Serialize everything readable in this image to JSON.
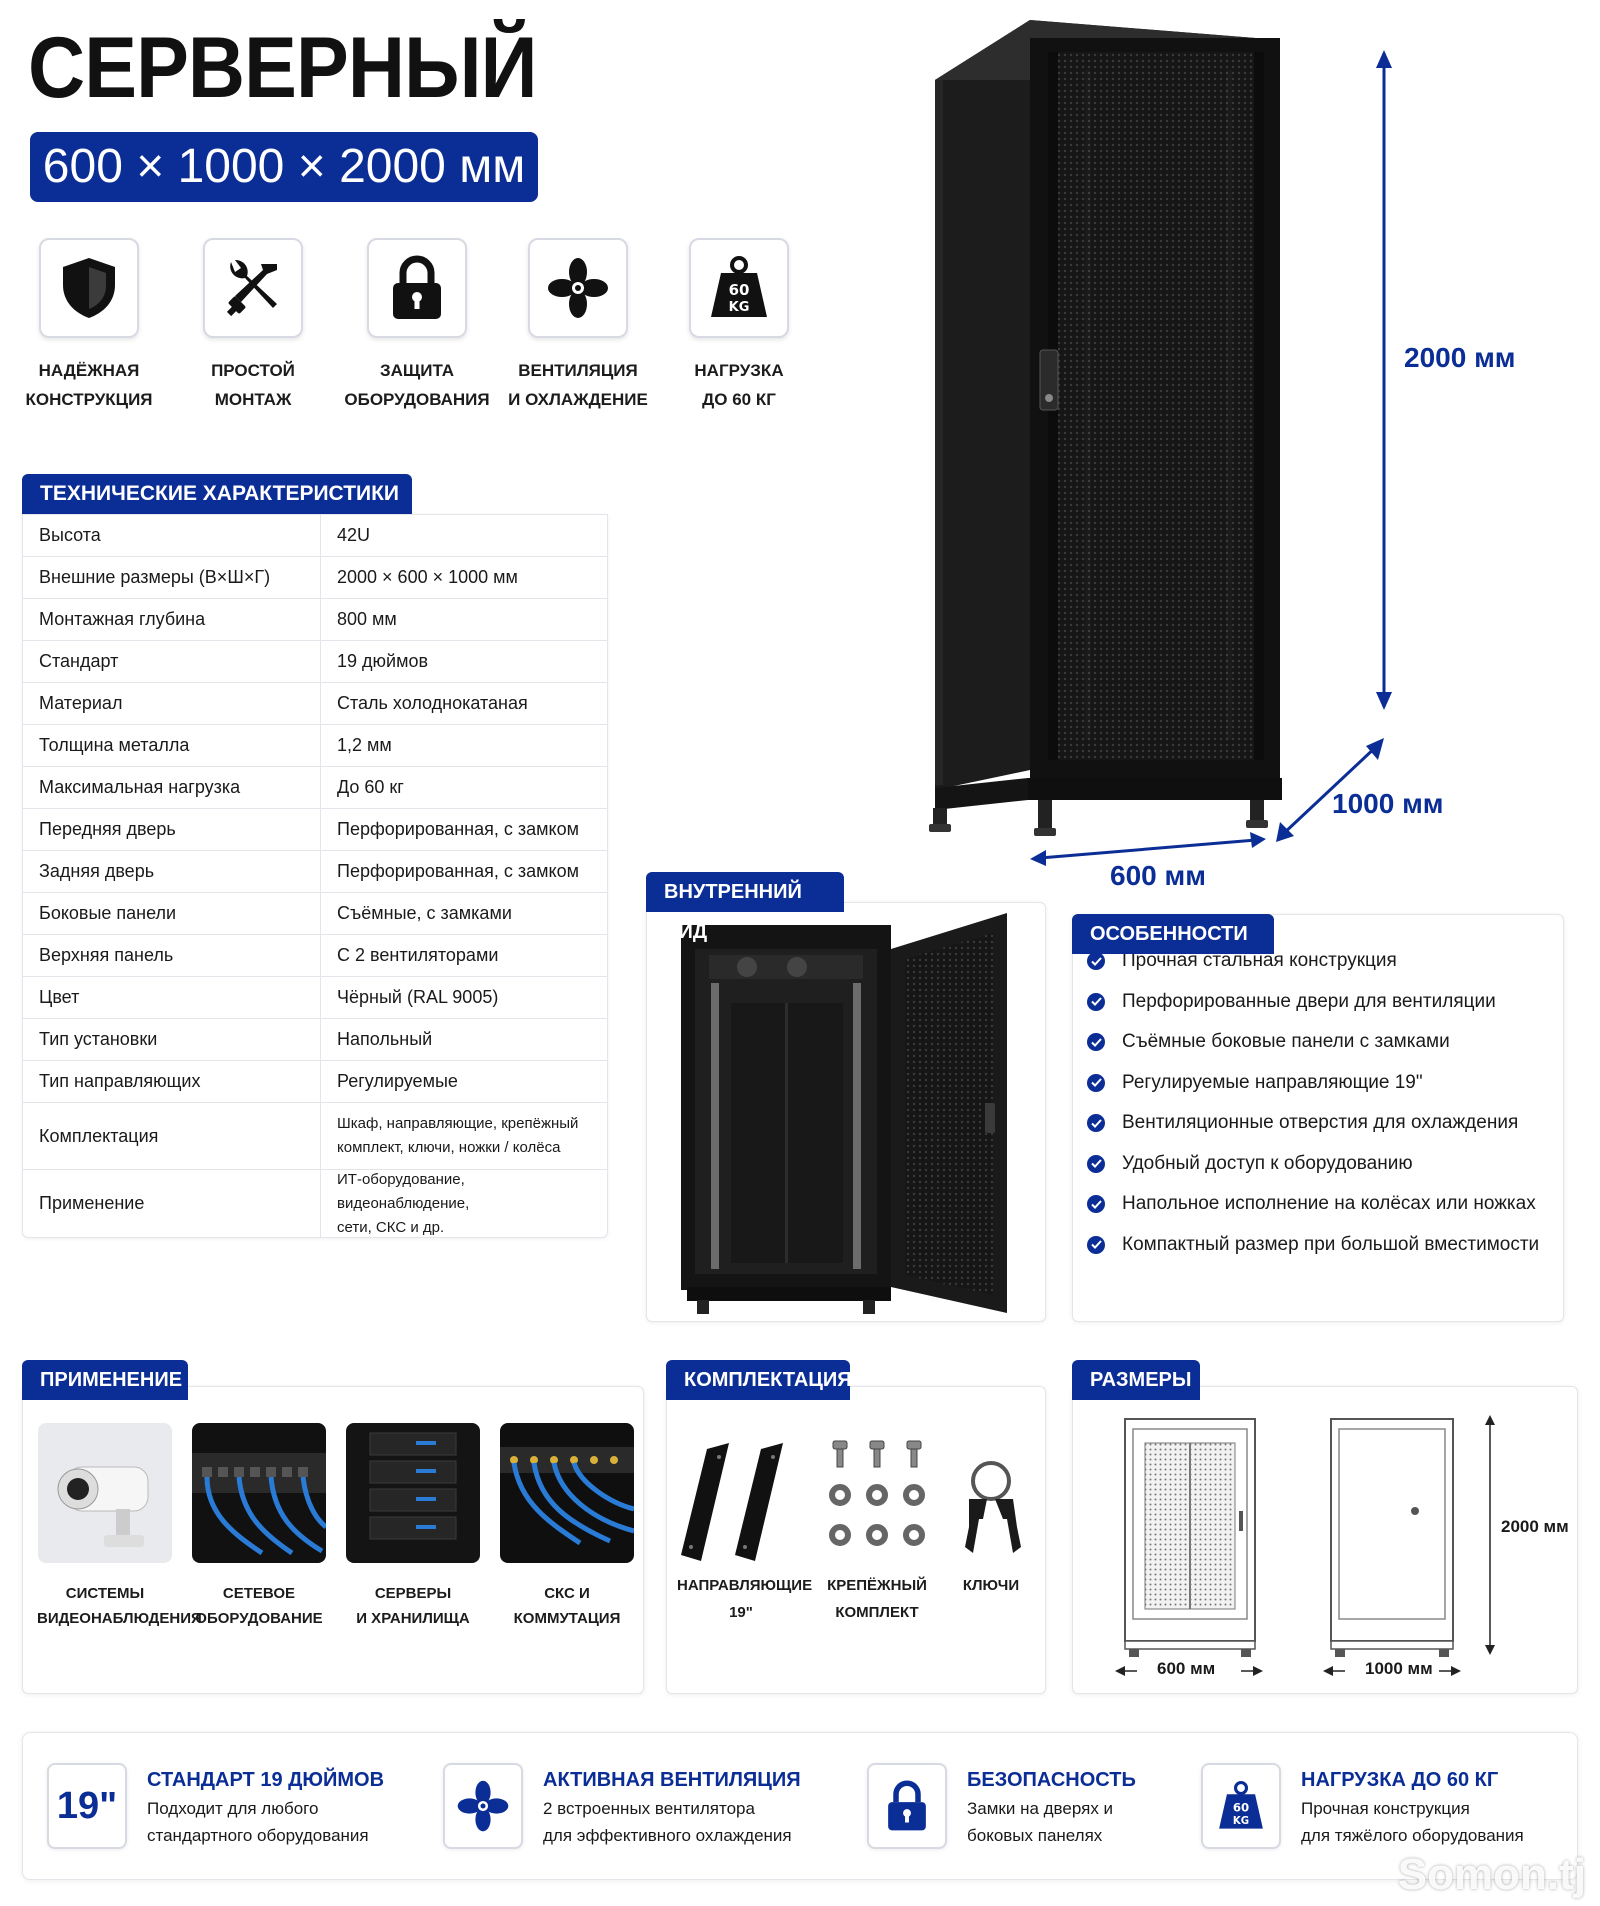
{
  "header": {
    "title": "СЕРВЕРНЫЙ ШКАФ 42U",
    "dimensions": "600 × 1000 × 2000 мм"
  },
  "features_top": [
    {
      "line1": "НАДЁЖНАЯ",
      "line2": "КОНСТРУКЦИЯ",
      "icon": "shield-icon"
    },
    {
      "line1": "ПРОСТОЙ",
      "line2": "МОНТАЖ",
      "icon": "wrench-screwdriver-icon"
    },
    {
      "line1": "ЗАЩИТА",
      "line2": "ОБОРУДОВАНИЯ",
      "icon": "lock-icon"
    },
    {
      "line1": "ВЕНТИЛЯЦИЯ",
      "line2": "И ОХЛАЖДЕНИЕ",
      "icon": "fan-icon"
    },
    {
      "line1": "НАГРУЗКА",
      "line2": "ДО 60 КГ",
      "icon": "weight-icon",
      "weight_text1": "60",
      "weight_text2": "KG"
    }
  ],
  "specs": {
    "heading": "ТЕХНИЧЕСКИЕ ХАРАКТЕРИСТИКИ",
    "rows": [
      {
        "key": "Высота",
        "value": "42U"
      },
      {
        "key": "Внешние размеры (В×Ш×Г)",
        "value": "2000 × 600 × 1000 мм"
      },
      {
        "key": "Монтажная глубина",
        "value": "800 мм"
      },
      {
        "key": "Стандарт",
        "value": "19 дюймов"
      },
      {
        "key": "Материал",
        "value": "Сталь холоднокатаная"
      },
      {
        "key": "Толщина металла",
        "value": "1,2 мм"
      },
      {
        "key": "Максимальная нагрузка",
        "value": "До 60 кг"
      },
      {
        "key": "Передняя дверь",
        "value": "Перфорированная, с замком"
      },
      {
        "key": "Задняя дверь",
        "value": "Перфорированная, с замком"
      },
      {
        "key": "Боковые панели",
        "value": "Съёмные, с замками"
      },
      {
        "key": "Верхняя панель",
        "value": "С 2 вентиляторами"
      },
      {
        "key": "Цвет",
        "value": "Чёрный (RAL 9005)"
      },
      {
        "key": "Тип установки",
        "value": "Напольный"
      },
      {
        "key": "Тип направляющих",
        "value": "Регулируемые"
      },
      {
        "key": "Комплектация",
        "value1": "Шкаф, направляющие, крепёжный",
        "value2": "комплект, ключи, ножки / колёса"
      },
      {
        "key": "Применение",
        "value1": "ИТ-оборудование, видеонаблюдение,",
        "value2": "сети, СКС и др."
      }
    ]
  },
  "cabinet_dims": {
    "height": "2000 мм",
    "depth": "1000 мм",
    "width": "600 мм"
  },
  "inner_view": {
    "heading": "ВНУТРЕННИЙ ВИД"
  },
  "features": {
    "heading": "ОСОБЕННОСТИ",
    "items": [
      "Прочная стальная конструкция",
      "Перфорированные двери для вентиляции",
      "Съёмные боковые панели с замками",
      "Регулируемые направляющие 19\"",
      "Вентиляционные отверстия для охлаждения",
      "Удобный доступ к оборудованию",
      "Напольное исполнение на колёсах или ножках",
      "Компактный размер при большой вместимости"
    ]
  },
  "application": {
    "heading": "ПРИМЕНЕНИЕ",
    "items": [
      {
        "line1": "СИСТЕМЫ",
        "line2": "ВИДЕОНАБЛЮДЕНИЯ"
      },
      {
        "line1": "СЕТЕВОЕ",
        "line2": "ОБОРУДОВАНИЕ"
      },
      {
        "line1": "СЕРВЕРЫ",
        "line2": "И ХРАНИЛИЩА"
      },
      {
        "line1": "СКС И",
        "line2": "КОММУТАЦИЯ"
      }
    ]
  },
  "kit": {
    "heading": "КОМПЛЕКТАЦИЯ",
    "items": [
      {
        "line1": "НАПРАВЛЯЮЩИЕ",
        "line2": "19\""
      },
      {
        "line1": "КРЕПЁЖНЫЙ",
        "line2": "КОМПЛЕКТ"
      },
      {
        "line1": "КЛЮЧИ",
        "line2": ""
      }
    ]
  },
  "sizes": {
    "heading": "РАЗМЕРЫ",
    "front_width": "600 мм",
    "side_depth": "1000 мм",
    "height": "2000 мм"
  },
  "bottom": [
    {
      "icon_text": "19\"",
      "title": "СТАНДАРТ 19 ДЮЙМОВ",
      "desc1": "Подходит для любого",
      "desc2": "стандартного оборудования"
    },
    {
      "title": "АКТИВНАЯ ВЕНТИЛЯЦИЯ",
      "desc1": "2 встроенных вентилятора",
      "desc2": "для эффективного охлаждения"
    },
    {
      "title": "БЕЗОПАСНОСТЬ",
      "desc1": "Замки на дверях и",
      "desc2": "боковых панелях"
    },
    {
      "title": "НАГРУЗКА ДО 60 КГ",
      "desc1": "Прочная конструкция",
      "desc2": "для тяжёлого оборудования",
      "weight_text1": "60",
      "weight_text2": "KG"
    }
  ],
  "watermark": "Somon.tj",
  "colors": {
    "accent": "#0b2d96",
    "cabinet": "#1b1b1b"
  }
}
